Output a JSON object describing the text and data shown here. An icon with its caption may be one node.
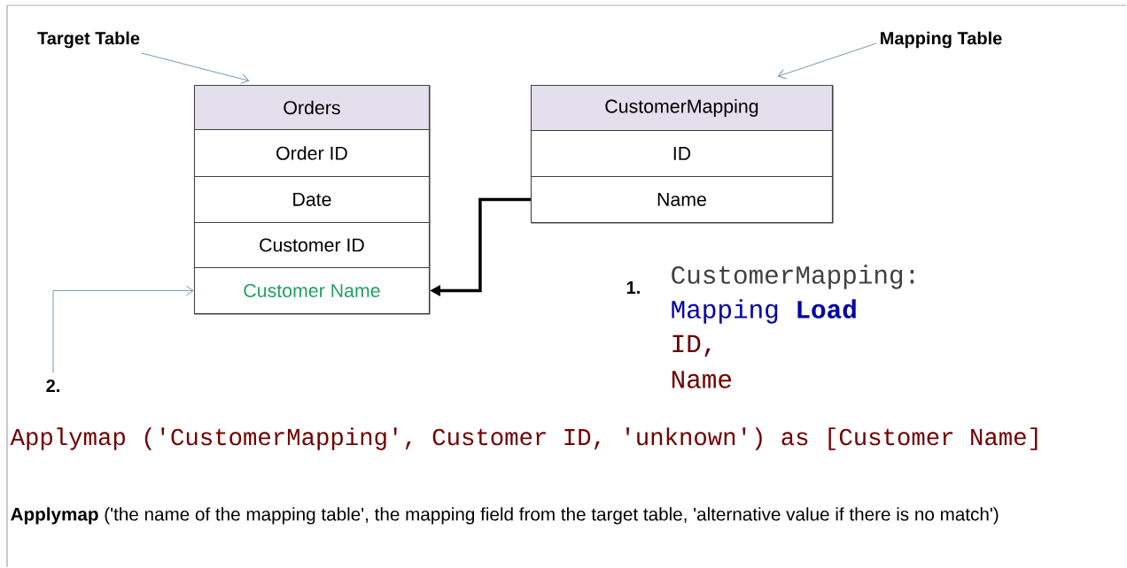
{
  "diagram": {
    "nodes": [
      {
        "text": [
          "Target Table"
        ]
      },
      {
        "text": [
          "Mapping Table"
        ]
      },
      {
        "text": [],
        "shape": "box"
      },
      {
        "text": [
          "Orders"
        ],
        "in": 2
      },
      {
        "text": [
          "Order ID"
        ],
        "in": 2
      },
      {
        "text": [
          "Date"
        ],
        "in": 2
      },
      {
        "text": [
          "Customer ID"
        ],
        "in": 2
      },
      {
        "text": [
          "Customer Name"
        ],
        "in": 2
      },
      {
        "text": [],
        "shape": "box"
      },
      {
        "text": [
          "CustomerMapping"
        ],
        "in": 8
      },
      {
        "text": [
          "ID"
        ],
        "in": 8
      },
      {
        "text": [
          "Name"
        ],
        "in": 8
      },
      {
        "text": [
          "2."
        ]
      }
    ],
    "edges": [
      {
        "from": 0,
        "to": 2,
        "arrow": "to"
      },
      {
        "from": 1,
        "to": 8,
        "arrow": "to"
      },
      {
        "from": 11,
        "to": 7,
        "arrow": "to",
        "style": "thick",
        "color": "#000000"
      },
      {
        "from": 12,
        "to": 7,
        "arrow": "to"
      }
    ],
    "labels": [
      "1.",
      "CustomerMapping:",
      "Mapping **Load**",
      "ID,",
      "Name",
      "Applymap ('CustomerMapping', Customer ID, 'unknown') as [Customer Name]",
      "**Applymap** ('the name of the mapping table', the mapping field from the target table, 'alternative value if there is no match')"
    ]
  }
}
